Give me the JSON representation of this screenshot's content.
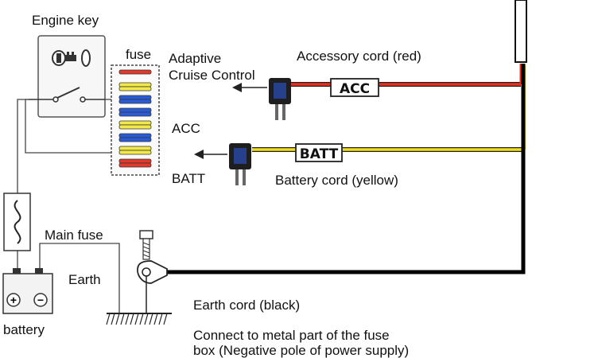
{
  "labels": {
    "engine_key": "Engine key",
    "fuse": "fuse",
    "adaptive_line1": "Adaptive",
    "adaptive_line2": "Cruise Control",
    "accessory_cord": "Accessory cord (red)",
    "acc_side": "ACC",
    "batt_side": "BATT",
    "battery_cord": "Battery cord (yellow)",
    "main_fuse": "Main fuse",
    "earth": "Earth",
    "battery": "battery",
    "earth_cord": "Earth cord (black)",
    "note_line1": "Connect to metal part of the fuse",
    "note_line2": "box (Negative pole of power supply)"
  },
  "tags": {
    "acc": "ACC",
    "batt": "BATT"
  },
  "battery_terminals": {
    "positive": "+",
    "negative": "−"
  },
  "colors": {
    "red_wire": "#e8301c",
    "yellow_wire": "#f0e020",
    "black_wire": "#000000",
    "fuse_red": "#e23a2a",
    "fuse_blue": "#2a5bd7",
    "fuse_yellow": "#f3e84a",
    "tap_body": "#1e1e1e",
    "tap_blue_pin": "#27408b"
  },
  "fuse_rows": [
    [
      "red"
    ],
    [
      "yellow",
      "yellow"
    ],
    [
      "blue",
      "blue"
    ],
    [
      "blue",
      "blue"
    ],
    [
      "yellow",
      "yellow"
    ],
    [
      "blue",
      "blue"
    ],
    [
      "yellow",
      "yellow"
    ],
    [
      "red",
      "red"
    ]
  ]
}
